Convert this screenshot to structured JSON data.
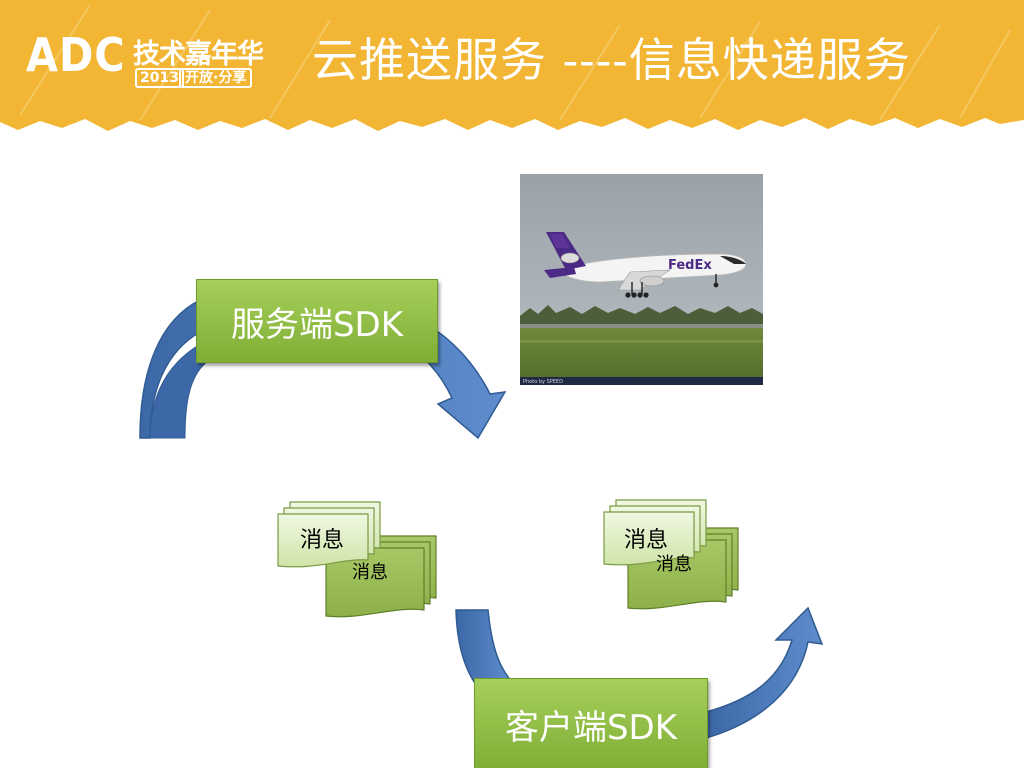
{
  "header": {
    "logo_text": "ADC",
    "logo_subtitle": "技术嘉年华",
    "logo_year": "2013",
    "logo_tagline": "开放·分享",
    "title": "云推送服务 ----信息快递服务"
  },
  "diagram": {
    "server_sdk_label": "服务端SDK",
    "client_sdk_label": "客户端SDK",
    "left_stack": {
      "front_label": "消息",
      "back_label": "消息"
    },
    "right_stack": {
      "front_label": "消息",
      "back_label": "消息"
    },
    "photo": {
      "airline_logo": "FedEx",
      "credit": "Photo by SPEED"
    }
  },
  "colors": {
    "header": "#F2B634",
    "box_green": "#8DBB43",
    "arrow_blue": "#4F7BBE",
    "stack_green": "#9BBB59",
    "tab_green": "#D7E9B4"
  }
}
